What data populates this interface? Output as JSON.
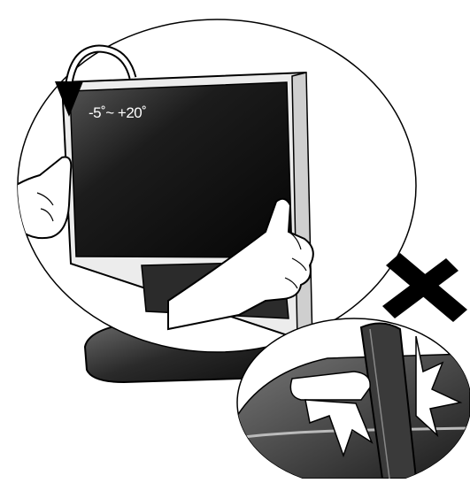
{
  "illustration": {
    "tilt_range_label": "-5˚~ +20˚",
    "main_view": "monitor-tilt-adjustment",
    "inset_view": "incorrect-handling-prohibited",
    "prohibited_mark": "cross-icon"
  }
}
